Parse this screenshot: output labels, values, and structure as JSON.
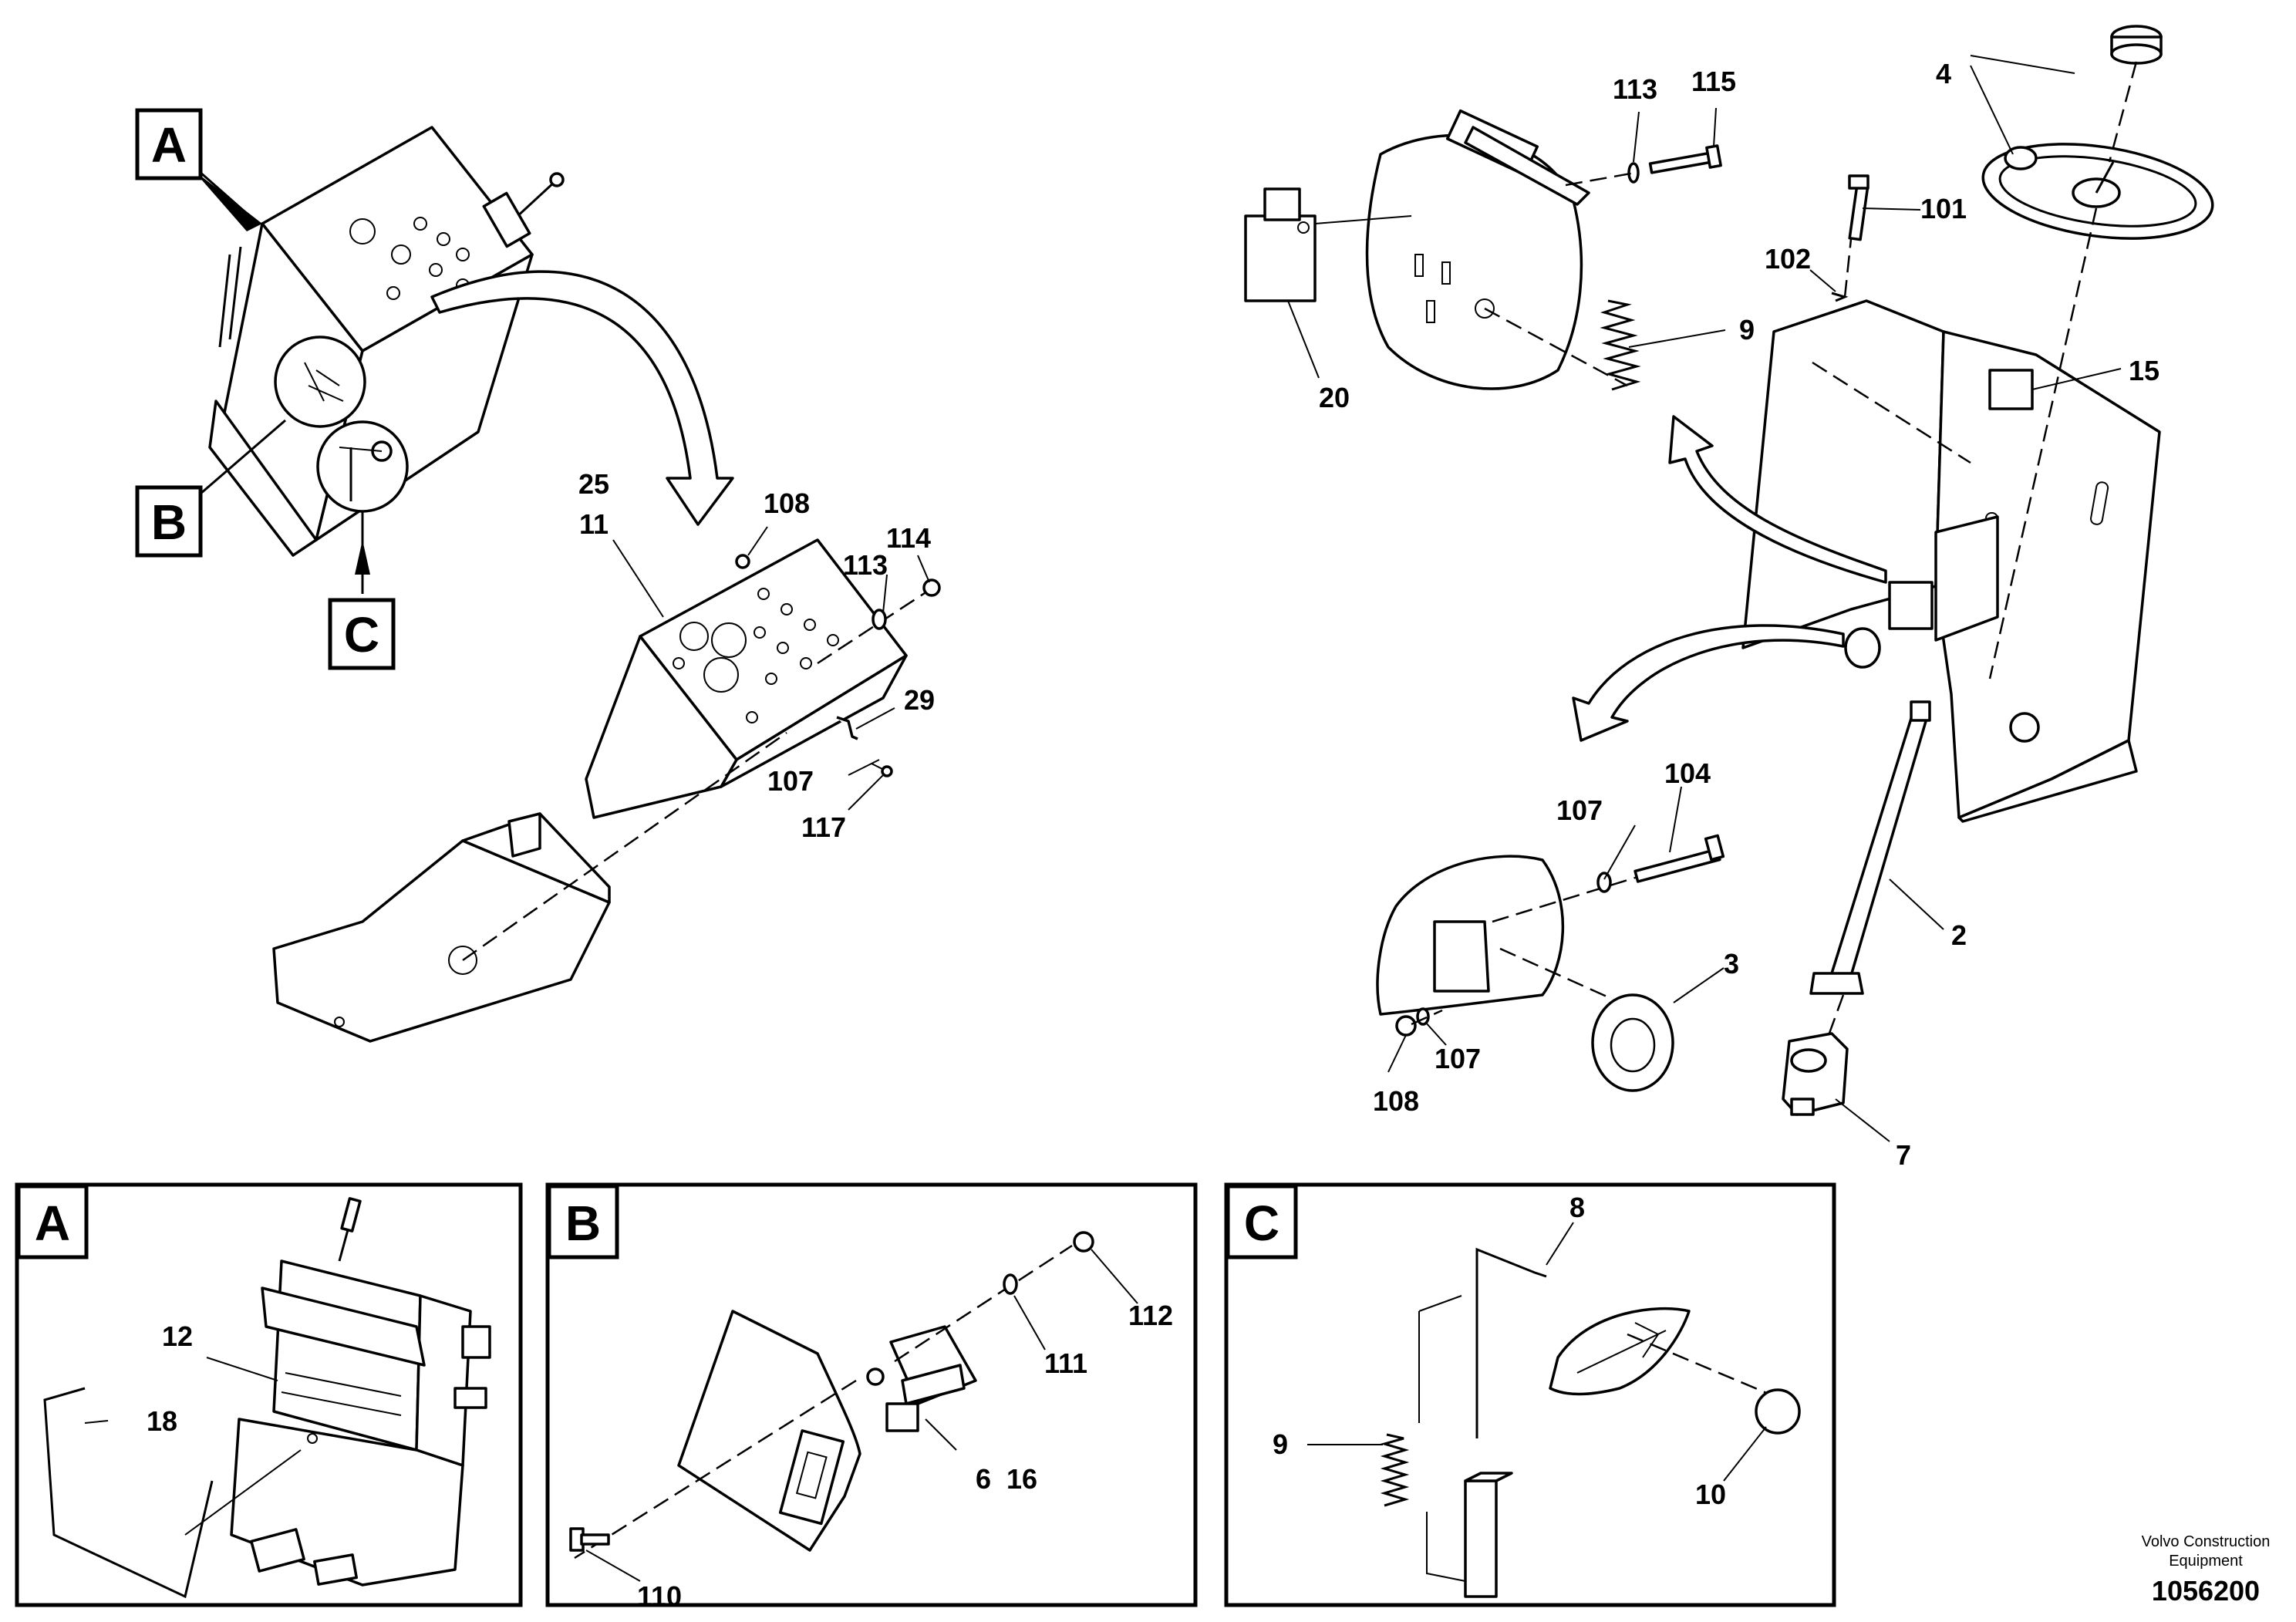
{
  "detail_labels": {
    "a": "A",
    "b": "B",
    "c": "C"
  },
  "callouts": {
    "c25": "25",
    "c11": "11",
    "c108a": "108",
    "c114": "114",
    "c113a": "113",
    "c29": "29",
    "c107a": "107",
    "c117": "117",
    "c113b": "113",
    "c115": "115",
    "c4": "4",
    "c101": "101",
    "c102": "102",
    "c9a": "9",
    "c20": "20",
    "c15": "15",
    "c2": "2",
    "c104": "104",
    "c107b": "107",
    "c3": "3",
    "c107c": "107",
    "c108b": "108",
    "c7": "7",
    "c12": "12",
    "c18": "18",
    "c112": "112",
    "c111": "111",
    "c6_16": "6  16",
    "c110": "110",
    "c8": "8",
    "c9b": "9",
    "c10": "10"
  },
  "footer": {
    "company_line1": "Volvo Construction",
    "company_line2": "Equipment",
    "doc_number": "1056200"
  }
}
